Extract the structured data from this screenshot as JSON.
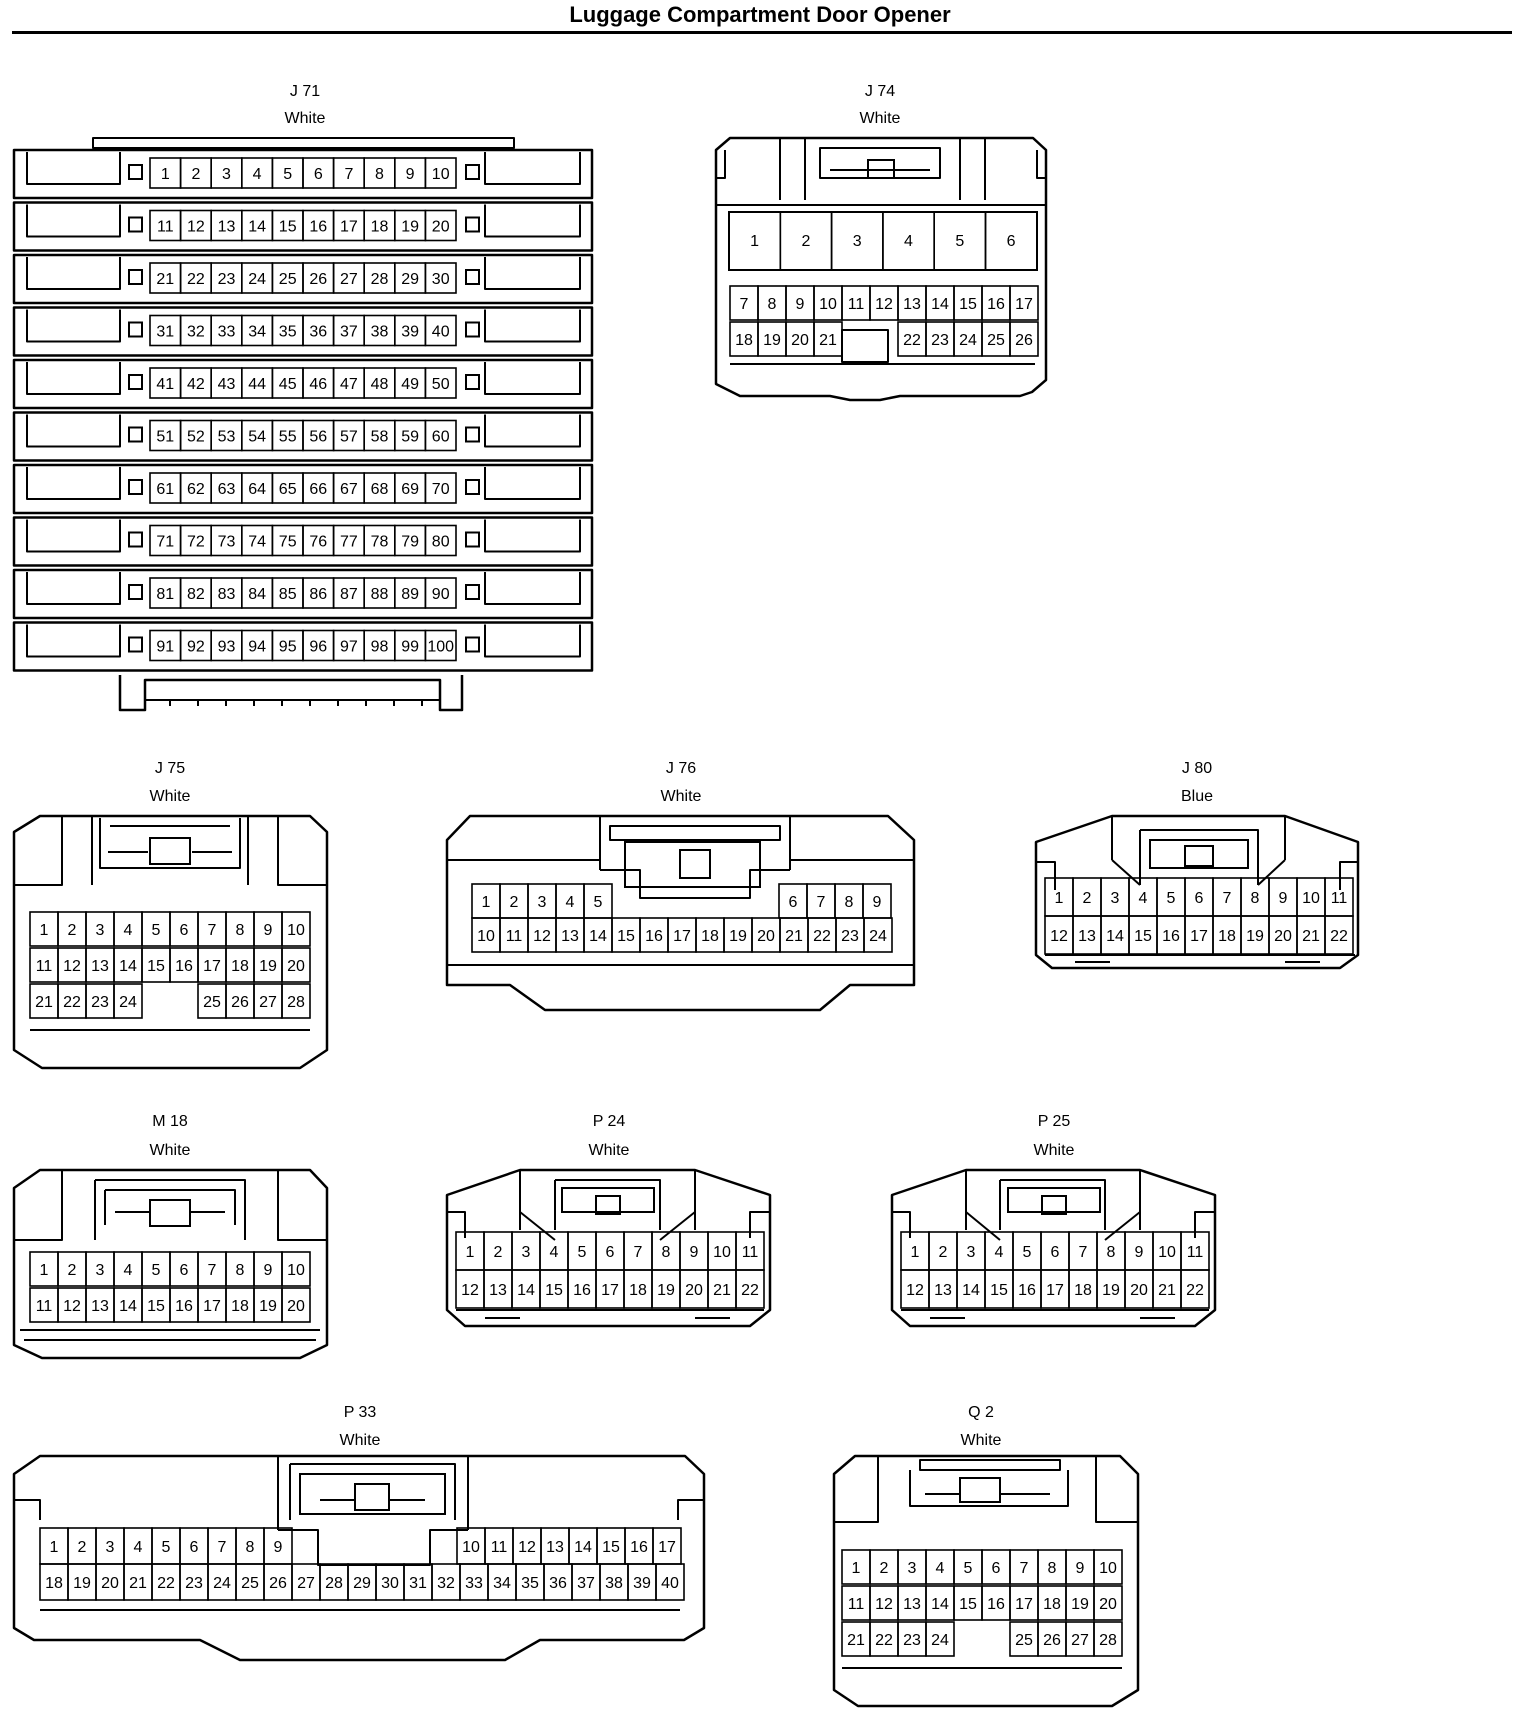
{
  "title": "Luggage Compartment Door Opener",
  "connectors": [
    {
      "id": "J 71",
      "color": "White"
    },
    {
      "id": "J 74",
      "color": "White"
    },
    {
      "id": "J 75",
      "color": "White"
    },
    {
      "id": "J 76",
      "color": "White"
    },
    {
      "id": "J 80",
      "color": "Blue"
    },
    {
      "id": "M 18",
      "color": "White"
    },
    {
      "id": "P 24",
      "color": "White"
    },
    {
      "id": "P 25",
      "color": "White"
    },
    {
      "id": "P 33",
      "color": "White"
    },
    {
      "id": "Q 2",
      "color": "White"
    }
  ]
}
